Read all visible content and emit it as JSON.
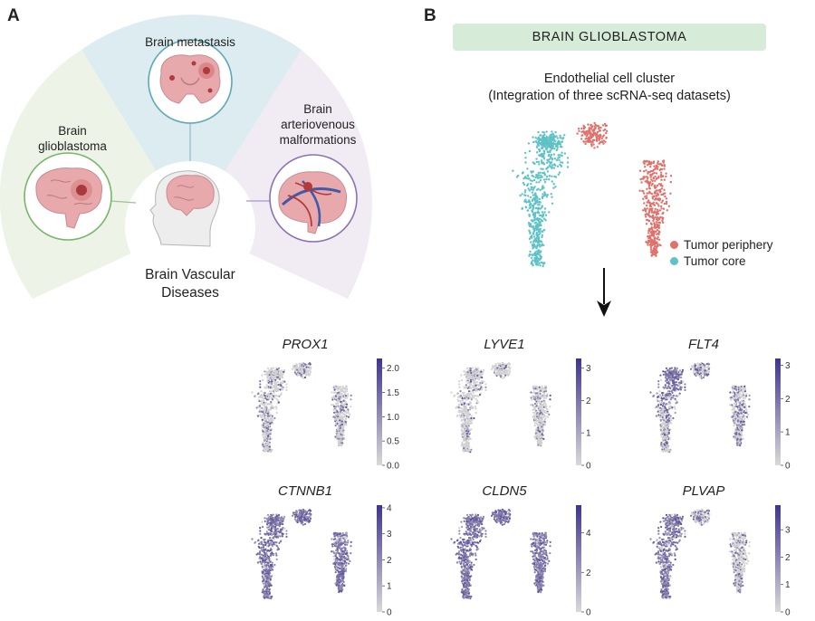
{
  "panel_a": {
    "letter": "A",
    "categories": [
      {
        "id": "glioblastoma",
        "line1": "Brain",
        "line2": "glioblastoma"
      },
      {
        "id": "metastasis",
        "line1": "Brain metastasis",
        "line2": ""
      },
      {
        "id": "avm",
        "line1": "Brain",
        "line2": "arteriovenous",
        "line3": "malformations"
      }
    ],
    "center_line1": "Brain Vascular",
    "center_line2": "Diseases",
    "colors": {
      "glio_sector": "#edf3e6",
      "meta_sector": "#dcecf1",
      "avm_sector": "#f1ebf4",
      "glio_ring": "#7ab56a",
      "meta_ring": "#5fa9b5",
      "avm_ring": "#8a73b3",
      "brain_pink": "#e8a9ad",
      "tumor_red": "#c0504f"
    }
  },
  "panel_b": {
    "letter": "B",
    "banner": "BRAIN GLIOBLASTOMA",
    "cluster_title_line1": "Endothelial cell cluster",
    "cluster_title_line2": "(Integration of three scRNA-seq datasets)",
    "legend": [
      {
        "label": "Tumor periphery",
        "color": "#e0716b"
      },
      {
        "label": "Tumor core",
        "color": "#5ec2c7"
      }
    ]
  },
  "feature_plots": [
    {
      "gene": "PROX1",
      "ticks": [
        "2.0",
        "1.5",
        "1.0",
        "0.5",
        "0.0"
      ],
      "max": 2.2,
      "intensity": 0.25
    },
    {
      "gene": "LYVE1",
      "ticks": [
        "3",
        "2",
        "1",
        "0"
      ],
      "max": 3.3,
      "intensity": 0.2
    },
    {
      "gene": "FLT4",
      "ticks": [
        "3",
        "2",
        "1",
        "0"
      ],
      "max": 3.2,
      "intensity": 0.45
    },
    {
      "gene": "CTNNB1",
      "ticks": [
        "4",
        "3",
        "2",
        "1",
        "0"
      ],
      "max": 4.1,
      "intensity": 0.92
    },
    {
      "gene": "CLDN5",
      "ticks": [
        "4",
        "2",
        "0"
      ],
      "max": 5.4,
      "intensity": 0.96
    },
    {
      "gene": "PLVAP",
      "ticks": [
        "3",
        "2",
        "1",
        "0"
      ],
      "max": 3.9,
      "intensity": 0.6
    }
  ]
}
